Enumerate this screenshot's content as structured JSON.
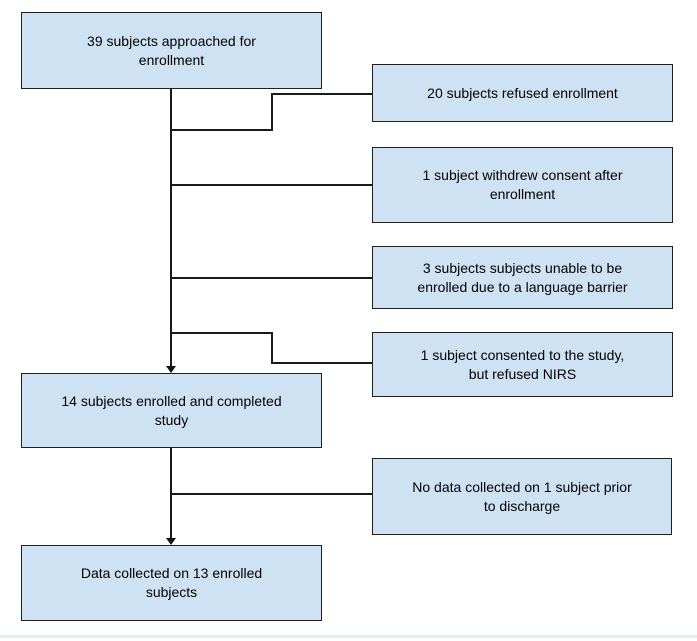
{
  "diagram": {
    "type": "flowchart",
    "colors": {
      "node_fill": "#cfe2f3",
      "node_border": "#1f1f1f",
      "connector": "#1a1a1a",
      "background": "#ffffff"
    },
    "nodes": {
      "approached": {
        "label": "39 subjects approached for\nenrollment"
      },
      "refused": {
        "label": "20 subjects refused enrollment"
      },
      "withdrew": {
        "label": "1 subject withdrew consent after\nenrollment"
      },
      "language": {
        "label": "3 subjects subjects unable to be\nenrolled due to a language barrier"
      },
      "nirs": {
        "label": "1 subject consented to the study,\nbut refused NIRS"
      },
      "enrolled": {
        "label": "14 subjects enrolled and completed\nstudy"
      },
      "nodata": {
        "label": "No data collected on 1 subject prior\nto discharge"
      },
      "datacollected": {
        "label": "Data collected on 13 enrolled\nsubjects"
      }
    },
    "edges": [
      {
        "from": "approached",
        "to": "refused",
        "arrow": false
      },
      {
        "from": "approached",
        "to": "withdrew",
        "arrow": false
      },
      {
        "from": "approached",
        "to": "language",
        "arrow": false
      },
      {
        "from": "approached",
        "to": "nirs",
        "arrow": false
      },
      {
        "from": "approached",
        "to": "enrolled",
        "arrow": true
      },
      {
        "from": "enrolled",
        "to": "nodata",
        "arrow": false
      },
      {
        "from": "enrolled",
        "to": "datacollected",
        "arrow": true
      }
    ]
  }
}
